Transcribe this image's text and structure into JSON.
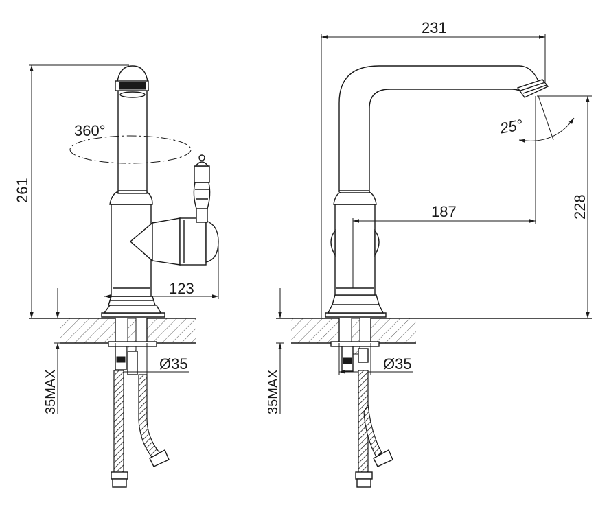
{
  "side_view": {
    "height": "261",
    "rotation": "360°",
    "handle_reach": "123",
    "hole_diameter": "Ø35",
    "deck_thickness": "35MAX"
  },
  "front_view": {
    "spout_reach": "231",
    "outlet_reach": "187",
    "outlet_height": "228",
    "spout_angle": "25°",
    "hole_diameter": "Ø35",
    "deck_thickness": "35MAX"
  }
}
